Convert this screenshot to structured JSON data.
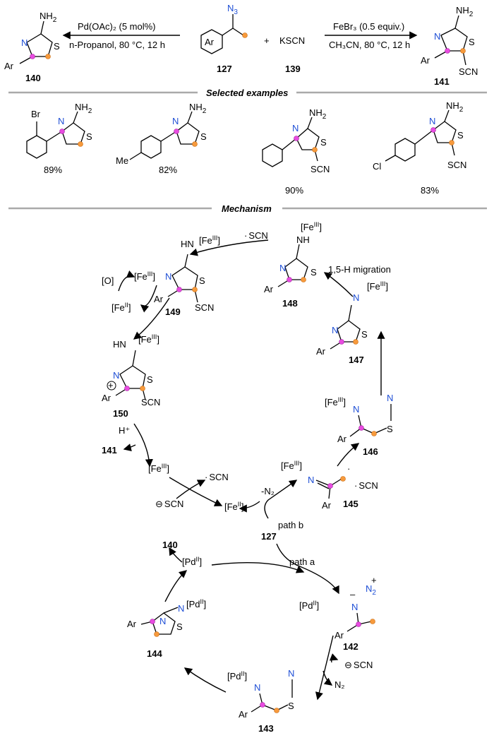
{
  "header": {
    "left_reagent": "Pd(OAc)₂ (5 mol%)",
    "left_conditions": "n-Propanol, 80 °C, 12 h",
    "right_reagent": "FeBr₃ (0.5 equiv.)",
    "right_conditions": "CH₃CN, 80 °C, 12 h",
    "plus": "+",
    "ksc": "KSCN",
    "labels": {
      "c140": "140",
      "c127": "127",
      "c139": "139",
      "c141": "141"
    }
  },
  "sections": {
    "examples": "Selected examples",
    "mechanism": "Mechanism"
  },
  "examples": [
    {
      "substituent": "Br",
      "yield": "89%"
    },
    {
      "substituent": "Me",
      "yield": "82%"
    },
    {
      "substituent": "SCN",
      "yield": "90%"
    },
    {
      "substituent": "Cl",
      "yield": "83%"
    }
  ],
  "mechanism": {
    "c148": "148",
    "c149": "149",
    "c150": "150",
    "c147": "147",
    "c146": "146",
    "c145": "145",
    "c127": "127",
    "c140": "140",
    "c141": "141",
    "c142": "142",
    "c143": "143",
    "c144": "144",
    "migration": "1,5-H migration",
    "path_a": "path a",
    "path_b": "path b",
    "minus_n2": "-N₂",
    "n2": "N₂",
    "h_plus": "H⁺",
    "o_ox": "[O]",
    "fe3": "[Feᴵᴵᴵ]",
    "scn": "SCN"
  },
  "colors": {
    "nitrogen": "#1f4fd6",
    "pink_dot": "#e84ce0",
    "orange_dot": "#f79a3c"
  }
}
